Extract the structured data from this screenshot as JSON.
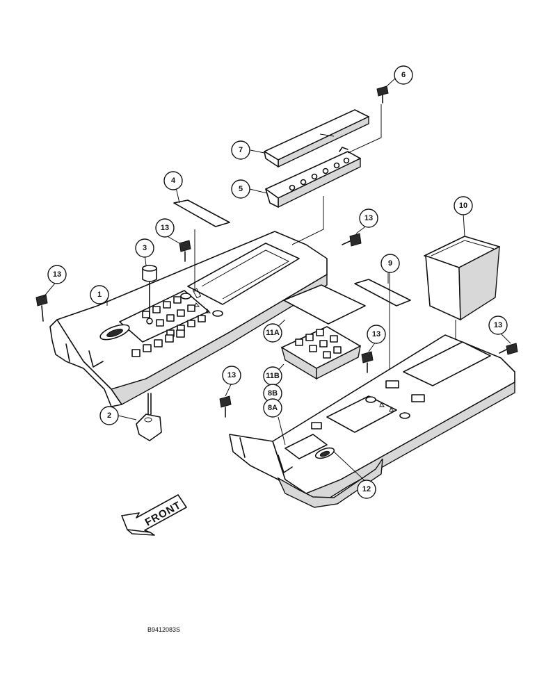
{
  "callouts": {
    "c1": "1",
    "c2": "2",
    "c3": "3",
    "c4": "4",
    "c5": "5",
    "c6": "6",
    "c7": "7",
    "c8a": "8A",
    "c8b": "8B",
    "c9": "9",
    "c10": "10",
    "c11a": "11A",
    "c11b": "11B",
    "c12": "12",
    "c13": "13"
  },
  "front_label": "FRONT",
  "drawing_code": "B9412083S"
}
